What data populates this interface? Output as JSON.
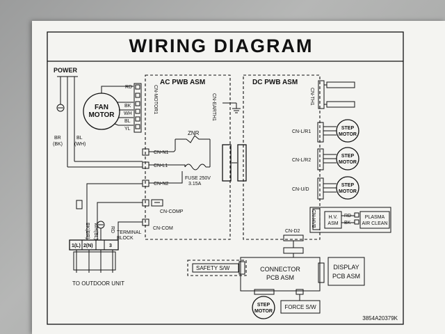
{
  "title": "WIRING DIAGRAM",
  "power": {
    "label": "POWER",
    "wire_br": "BR",
    "wire_br_alt": "(BK)",
    "wire_bl": "BL",
    "wire_bl_alt": "(WH)"
  },
  "fan_motor": {
    "line1": "FAN",
    "line2": "MOTOR",
    "wires": [
      "RD",
      "BK",
      "WH",
      "BL",
      "YL"
    ]
  },
  "ac_pwb": {
    "title": "AC PWB ASM",
    "cn_motor": "CN-MOTOR1",
    "cn_earth": "CN-EARTH1",
    "znr": "ZNR",
    "fuse_line1": "FUSE 250V",
    "fuse_line2": "3.15A",
    "connectors": [
      "CN-N1",
      "CN-L1",
      "CN-N2",
      "CN-COMP",
      "CN-COM"
    ]
  },
  "dc_pwb": {
    "title": "DC PWB ASM",
    "cn_th": "CN-TH1",
    "connectors": [
      "CN-L/R1",
      "CN-L/R2",
      "CN-U/D"
    ],
    "step_motor_line1": "STEP",
    "step_motor_line2": "MOTOR",
    "cn_hvb": "CN-HVB",
    "hv_line1": "H.V.",
    "hv_line2": "ASM",
    "hv_wire_rd": "RD",
    "hv_wire_bk": "BK",
    "plasma_line1": "PLASMA",
    "plasma_line2": "AIR CLEAN",
    "cn_d2": "CN-D2"
  },
  "terminal": {
    "label_line1": "TERMINAL",
    "label_line2": "BLOCK",
    "numbers": [
      "1(L)",
      "2(N)",
      "3"
    ],
    "wires": [
      "BK(BR)",
      "WH(BL)",
      "RD"
    ],
    "to_outdoor": "TO OUTDOOR UNIT"
  },
  "bottom": {
    "safety": "SAFETY S/W",
    "connector_line1": "CONNECTOR",
    "connector_line2": "PCB ASM",
    "display_line1": "DISPLAY",
    "display_line2": "PCB ASM",
    "step_line1": "STEP",
    "step_line2": "MOTOR",
    "force": "FORCE S/W"
  },
  "part_number": "3854A20379K"
}
